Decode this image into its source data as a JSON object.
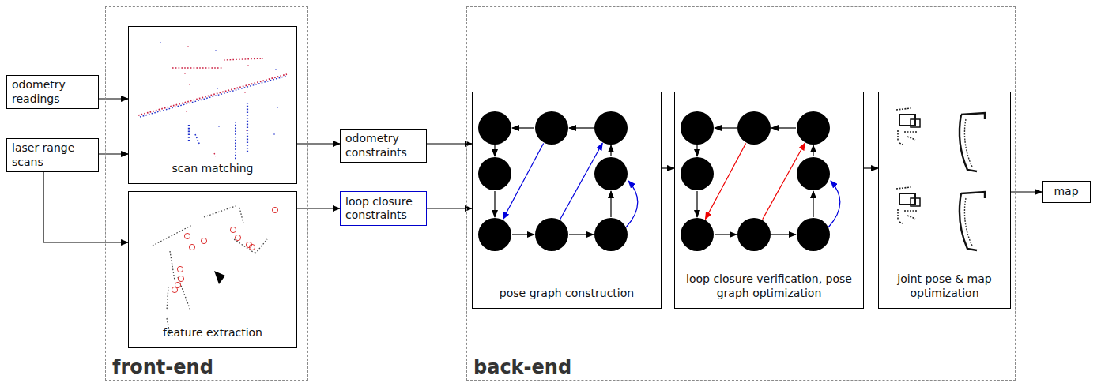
{
  "diagram": {
    "nodes": [
      {
        "text": [
          "odometry readings"
        ]
      },
      {
        "text": [
          "laser range scans"
        ]
      },
      {
        "text": [
          "front-end"
        ]
      },
      {
        "text": [
          "scan matching"
        ],
        "in": 2
      },
      {
        "text": [
          "feature extraction"
        ],
        "in": 2
      },
      {
        "text": [
          "odometry constraints"
        ]
      },
      {
        "text": [
          "loop closure constraints"
        ]
      },
      {
        "text": [
          "back-end"
        ]
      },
      {
        "text": [
          "pose graph construction"
        ],
        "in": 7
      },
      {
        "text": [
          "loop closure verification, pose graph optimization"
        ],
        "in": 7
      },
      {
        "text": [
          "joint pose & map optimization"
        ],
        "in": 7
      },
      {
        "text": [
          "map"
        ]
      }
    ],
    "edges": [
      {
        "from": 0,
        "to": 3,
        "arrow": "to"
      },
      {
        "from": 1,
        "to": 3,
        "arrow": "to"
      },
      {
        "from": 1,
        "to": 4,
        "arrow": "to"
      },
      {
        "from": 3,
        "to": 5,
        "arrow": "to"
      },
      {
        "from": 4,
        "to": 6,
        "arrow": "to"
      },
      {
        "from": 5,
        "to": 8,
        "arrow": "to"
      },
      {
        "from": 6,
        "to": 8,
        "arrow": "to"
      },
      {
        "from": 8,
        "to": 9,
        "arrow": "to"
      },
      {
        "from": 9,
        "to": 10,
        "arrow": "to"
      },
      {
        "from": 10,
        "to": 11,
        "arrow": "to"
      }
    ]
  }
}
